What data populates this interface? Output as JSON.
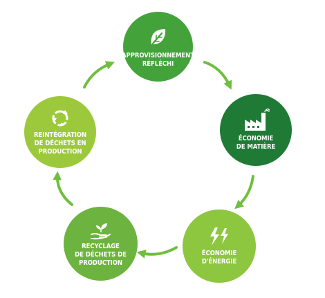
{
  "colors": {
    "arrow": "#6fbe3e"
  },
  "cycle": {
    "steps": [
      {
        "id": "appro",
        "label": "APPROVISIONNEMENT\nRÉFLÉCHI",
        "icon": "leaf-icon",
        "color": "#43a33a"
      },
      {
        "id": "matiere",
        "label": "ÉCONOMIE\nDE MATIÈRE",
        "icon": "factory-icon",
        "color": "#1f7a36"
      },
      {
        "id": "energie",
        "label": "ÉCONOMIE\nD'ÉNERGIE",
        "icon": "lightning-icon",
        "color": "#8dc63f"
      },
      {
        "id": "recycl",
        "label": "RECYCLAGE\nDE DÉCHETS DE\nPRODUCTION",
        "icon": "hand-plant-icon",
        "color": "#6db33f"
      },
      {
        "id": "reint",
        "label": "REINTÉGRATION\nDE DÉCHETS EN\nPRODUCTION",
        "icon": "recycle-icon",
        "color": "#9cc93b"
      }
    ]
  }
}
